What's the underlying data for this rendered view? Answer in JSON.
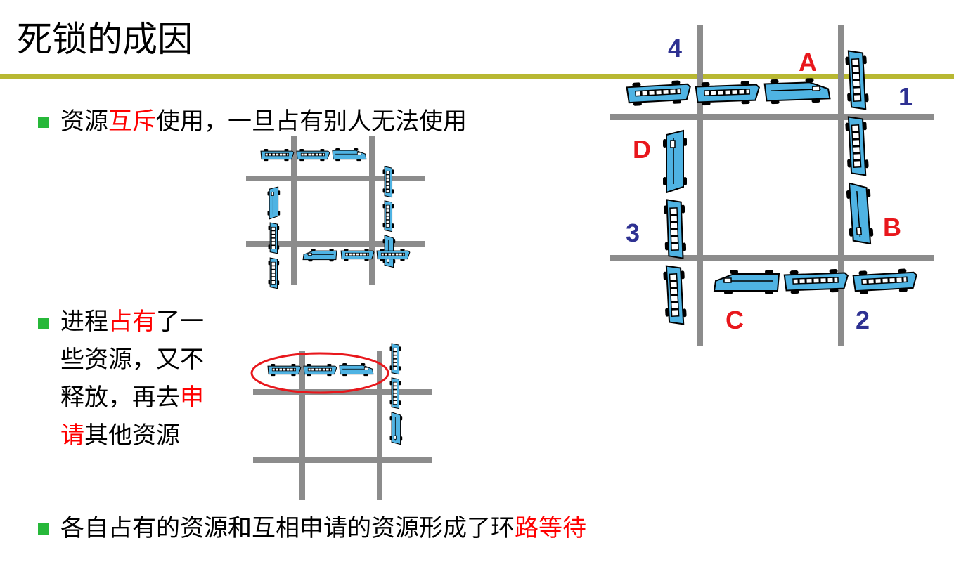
{
  "title": "死锁的成因",
  "bullets": [
    {
      "segments": [
        {
          "text": "资源",
          "highlight": false
        },
        {
          "text": "互斥",
          "highlight": true
        },
        {
          "text": "使用，一旦占有别人无法使用",
          "highlight": false
        }
      ]
    },
    {
      "lines": [
        [
          {
            "text": "进程",
            "highlight": false
          },
          {
            "text": "占有",
            "highlight": true
          },
          {
            "text": "了一",
            "highlight": false
          }
        ],
        [
          {
            "text": "些资源，又不",
            "highlight": false
          }
        ],
        [
          {
            "text": "释放，再去",
            "highlight": false
          },
          {
            "text": "申",
            "highlight": true
          }
        ],
        [
          {
            "text": "请",
            "highlight": true
          },
          {
            "text": "其他资源",
            "highlight": false
          }
        ]
      ]
    },
    {
      "segments": [
        {
          "text": "各自占有的资源和互相申请的资源形成了环",
          "highlight": false
        },
        {
          "text": "路等待",
          "highlight": true
        }
      ]
    }
  ],
  "big_diagram": {
    "train_labels": [
      "A",
      "B",
      "C",
      "D"
    ],
    "intersection_labels": [
      "1",
      "2",
      "3",
      "4"
    ]
  },
  "colors": {
    "accent_bar": "#b8b832",
    "bullet": "#27b83a",
    "highlight": "#ff0000",
    "road": "#8c8c8c",
    "train": "#4fb3e3",
    "train_labels": "#e8171c",
    "intersection_labels": "#2e3192"
  }
}
